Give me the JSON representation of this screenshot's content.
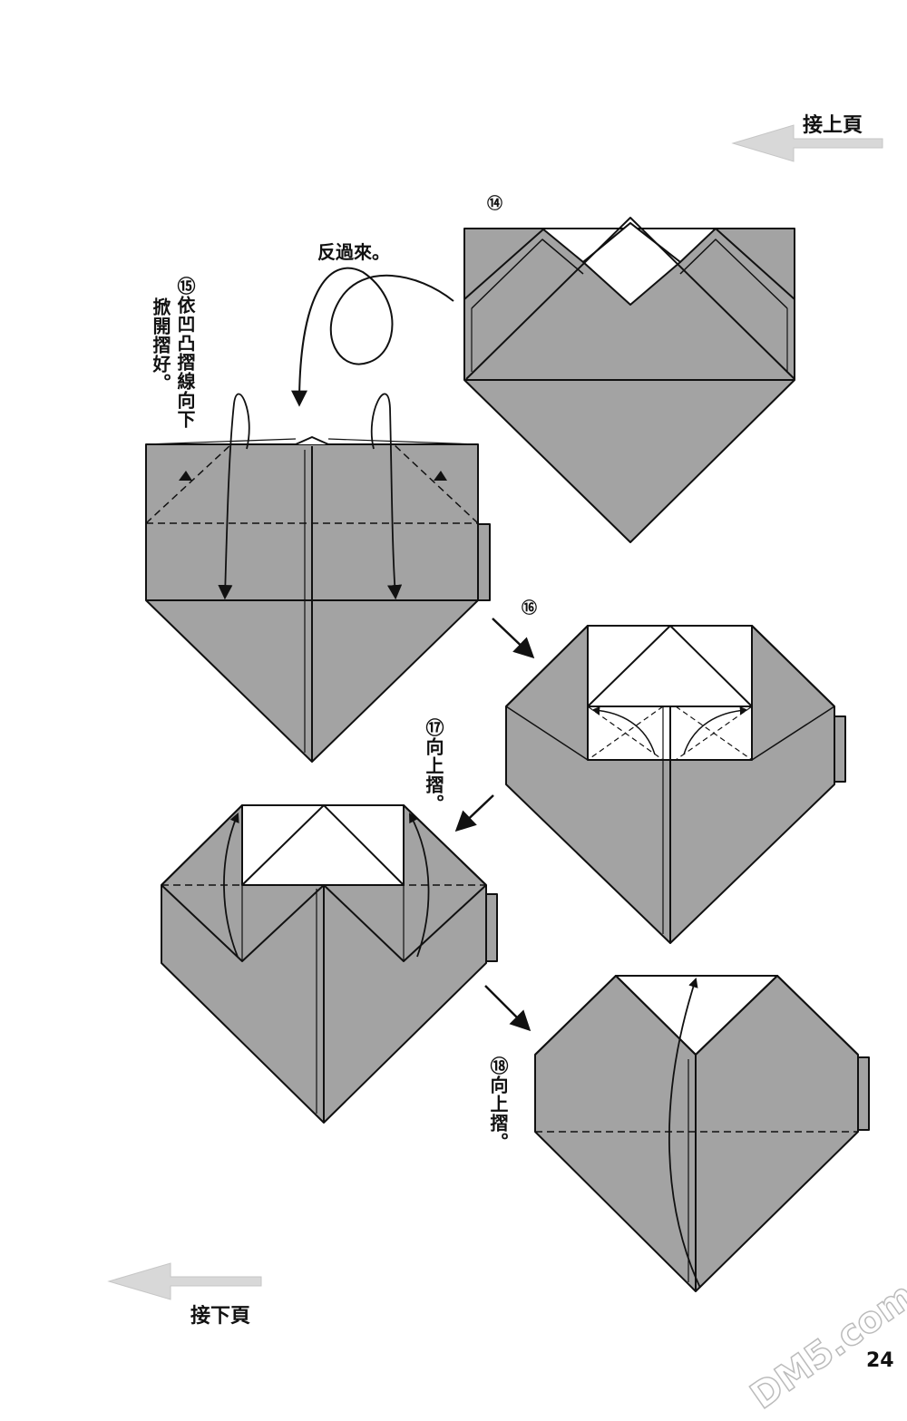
{
  "nav": {
    "prev_label": "接上頁",
    "next_label": "接下頁"
  },
  "steps": {
    "s14": {
      "num": "⑭"
    },
    "s15": {
      "num": "⑮",
      "line1": "依凹凸摺線向下",
      "line2": "掀開摺好。"
    },
    "s16": {
      "num": "⑯"
    },
    "s17": {
      "num": "⑰",
      "text": "向上摺。"
    },
    "s18": {
      "num": "⑱",
      "text": "向上摺。"
    }
  },
  "turn_over_label": "反過來。",
  "page_number": "24",
  "watermark": "DM5.com",
  "colors": {
    "paper_gray": "#a3a3a3",
    "paper_white": "#ffffff",
    "line": "#111111",
    "nav_arrow": "#d8d8d8"
  }
}
